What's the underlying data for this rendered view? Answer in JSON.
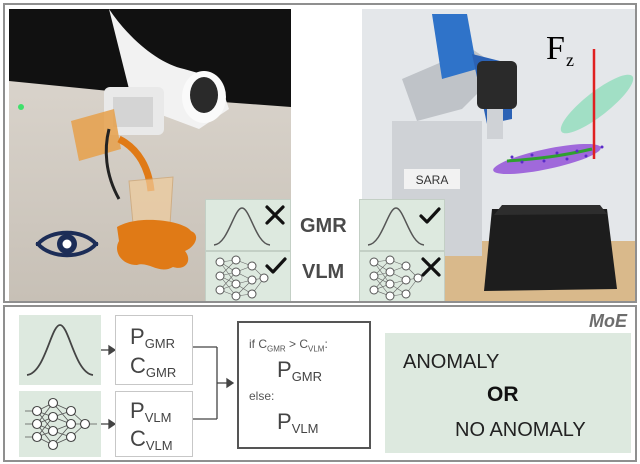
{
  "top": {
    "gmr_label": "GMR",
    "vlm_label": "VLM",
    "force_label_main": "F",
    "force_label_sub": "z",
    "robot_label": "SARA"
  },
  "bottom": {
    "moe_label": "MoE",
    "gmr_p_main": "P",
    "gmr_p_sub": "GMR",
    "gmr_c_main": "C",
    "gmr_c_sub": "GMR",
    "vlm_p_main": "P",
    "vlm_p_sub": "VLM",
    "vlm_c_main": "C",
    "vlm_c_sub": "VLM",
    "rule_if": "if C",
    "rule_if_sub1": "GMR",
    "rule_gt": " > C",
    "rule_if_sub2": "VLM",
    "rule_colon": ":",
    "rule_then_main": "P",
    "rule_then_sub": "GMR",
    "rule_else": "else:",
    "rule_else_main": "P",
    "rule_else_sub": "VLM",
    "out_anomaly": "ANOMALY",
    "out_or": "OR",
    "out_no_anomaly": "NO ANOMALY"
  },
  "colors": {
    "green_box": "#dde9df",
    "frame": "#8f8f8f",
    "check_and_cross": "#111111",
    "eye": "#1c2d57",
    "juice": "#e07a16",
    "ellipse_purple": "#8a3fd6",
    "ellipse_green": "#69d8a6"
  },
  "icons": [
    "eye-icon",
    "gaussian-curve-icon",
    "neural-network-icon",
    "check-icon",
    "cross-icon",
    "arrow-icon"
  ]
}
